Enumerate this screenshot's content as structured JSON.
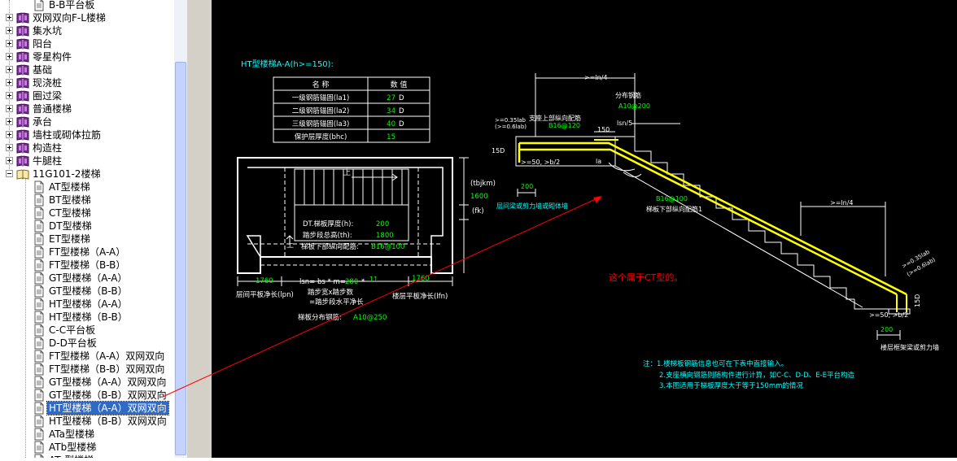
{
  "tree": {
    "items": [
      {
        "label": "B-B平台板",
        "kind": "doc",
        "level": 2
      },
      {
        "label": "双网双向F-L楼梯",
        "kind": "book",
        "level": 1,
        "exp": "plus"
      },
      {
        "label": "集水坑",
        "kind": "book",
        "level": 1,
        "exp": "plus"
      },
      {
        "label": "阳台",
        "kind": "book",
        "level": 1,
        "exp": "plus"
      },
      {
        "label": "零星构件",
        "kind": "book",
        "level": 1,
        "exp": "plus"
      },
      {
        "label": "基础",
        "kind": "book",
        "level": 1,
        "exp": "plus"
      },
      {
        "label": "现浇桩",
        "kind": "book",
        "level": 1,
        "exp": "plus"
      },
      {
        "label": "圈过梁",
        "kind": "book",
        "level": 1,
        "exp": "plus"
      },
      {
        "label": "普通楼梯",
        "kind": "book",
        "level": 1,
        "exp": "plus"
      },
      {
        "label": "承台",
        "kind": "book",
        "level": 1,
        "exp": "plus"
      },
      {
        "label": "墙柱或砌体拉筋",
        "kind": "book",
        "level": 1,
        "exp": "plus"
      },
      {
        "label": "构造柱",
        "kind": "book",
        "level": 1,
        "exp": "plus"
      },
      {
        "label": "牛腿柱",
        "kind": "book",
        "level": 1,
        "exp": "plus"
      },
      {
        "label": "11G101-2楼梯",
        "kind": "openbook",
        "level": 1,
        "exp": "minus"
      },
      {
        "label": "AT型楼梯",
        "kind": "doc",
        "level": 2
      },
      {
        "label": "BT型楼梯",
        "kind": "doc",
        "level": 2
      },
      {
        "label": "CT型楼梯",
        "kind": "doc",
        "level": 2
      },
      {
        "label": "DT型楼梯",
        "kind": "doc",
        "level": 2
      },
      {
        "label": "ET型楼梯",
        "kind": "doc",
        "level": 2
      },
      {
        "label": "FT型楼梯（A-A）",
        "kind": "doc",
        "level": 2
      },
      {
        "label": "FT型楼梯（B-B）",
        "kind": "doc",
        "level": 2
      },
      {
        "label": "GT型楼梯（A-A）",
        "kind": "doc",
        "level": 2
      },
      {
        "label": "GT型楼梯（B-B）",
        "kind": "doc",
        "level": 2
      },
      {
        "label": "HT型楼梯（A-A）",
        "kind": "doc",
        "level": 2
      },
      {
        "label": "HT型楼梯（B-B）",
        "kind": "doc",
        "level": 2
      },
      {
        "label": "C-C平台板",
        "kind": "doc",
        "level": 2
      },
      {
        "label": "D-D平台板",
        "kind": "doc",
        "level": 2
      },
      {
        "label": "FT型楼梯（A-A）双网双向",
        "kind": "doc",
        "level": 2
      },
      {
        "label": "FT型楼梯（B-B）双网双向",
        "kind": "doc",
        "level": 2
      },
      {
        "label": "GT型楼梯（A-A）双网双向",
        "kind": "doc",
        "level": 2
      },
      {
        "label": "GT型楼梯（B-B）双网双向",
        "kind": "doc",
        "level": 2
      },
      {
        "label": "HT型楼梯（A-A）双网双向",
        "kind": "doc",
        "level": 2,
        "selected": true
      },
      {
        "label": "HT型楼梯（B-B）双网双向",
        "kind": "doc",
        "level": 2
      },
      {
        "label": "ATa型楼梯",
        "kind": "doc",
        "level": 2
      },
      {
        "label": "ATb型楼梯",
        "kind": "doc",
        "level": 2
      },
      {
        "label": "ATc型楼梯",
        "kind": "doc",
        "level": 2
      }
    ]
  },
  "drawing": {
    "title": "HT型楼梯A-A(h>=150):",
    "table": {
      "headers": [
        "名 称",
        "数 值"
      ],
      "rows": [
        {
          "name": "一级钢筋锚固(la1)",
          "value": "27",
          "unit": "D"
        },
        {
          "name": "二级钢筋锚固(la2)",
          "value": "34",
          "unit": "D"
        },
        {
          "name": "三级钢筋锚固(la3)",
          "value": "40",
          "unit": "D"
        },
        {
          "name": "保护层厚度(bhc)",
          "value": "15",
          "unit": ""
        }
      ]
    },
    "plan": {
      "up1": "上",
      "up2": "上",
      "dt_label": "DT.梯板厚度(h):",
      "dt_value": "200",
      "step_label": "踏步段总高(th):",
      "step_value": "1800",
      "bottom_label": "梯板下部纵向配筋:",
      "bottom_value": "B16@100",
      "right_label1": "(tbjkm)",
      "right_value1": "1600",
      "right_label2": "(fk)",
      "dim_left": "1760",
      "dim_mid_text": "lsn= bs * m=",
      "dim_mid_value1": "280",
      "dim_mid_star": "*",
      "dim_mid_value2": "11",
      "dim_right": "1760",
      "cap_left": "层间平板净长(lpn)",
      "cap_mid1": "踏步宽x踏步数",
      "cap_mid2": "=踏步段水平净长",
      "cap_right": "楼层平板净长(lfn)",
      "dist_label": "梯板分布钢筋:",
      "dist_value": "A10@250"
    },
    "section": {
      "top_dim": ">=ln/4",
      "top_rebar_label1": ">=0.35lab",
      "top_rebar_label2": "(>=0.6lab)",
      "top_rebar_label3": "支座上部纵向配筋",
      "top_rebar_value": "B16@120",
      "dist_label": "分布钢筋",
      "dist_value": "A10@200",
      "dim150": "150",
      "dim15d_left": "15D",
      "lsn5": "lsn/5",
      "ge50": ">=50, >b/2",
      "la": "la",
      "dim200": "200",
      "support_left": "层间梁或剪力墙或砌体墙",
      "bottom_value": "B16@100",
      "bottom_label": "梯板下部纵向配筋1",
      "right_dim": ">=ln/4",
      "right_anchor1": ">=0.35lab",
      "right_anchor2": "(>=0.6lab)",
      "dim15d_right": "15D",
      "ge50_right": ">=50, >b/2",
      "dim200_right": "200",
      "support_right": "楼层框架梁或剪力墙"
    },
    "red_note": "这个属于CT型的。",
    "notes": [
      "注：1.楼梯板钢筋信息也可在下表中直接输入。",
      "2.支座横向钢筋则随构件进行计算，如C-C、D-D、E-E平台构造",
      "3.本图适用于梯板厚度大于等于150mm的情况"
    ]
  },
  "colors": {
    "canvas_bg": "#000000",
    "cyan": "#00ffff",
    "white": "#ffffff",
    "yellow": "#ffff00",
    "green": "#00ff00",
    "red": "#ff0000",
    "selection": "#316ac5"
  }
}
